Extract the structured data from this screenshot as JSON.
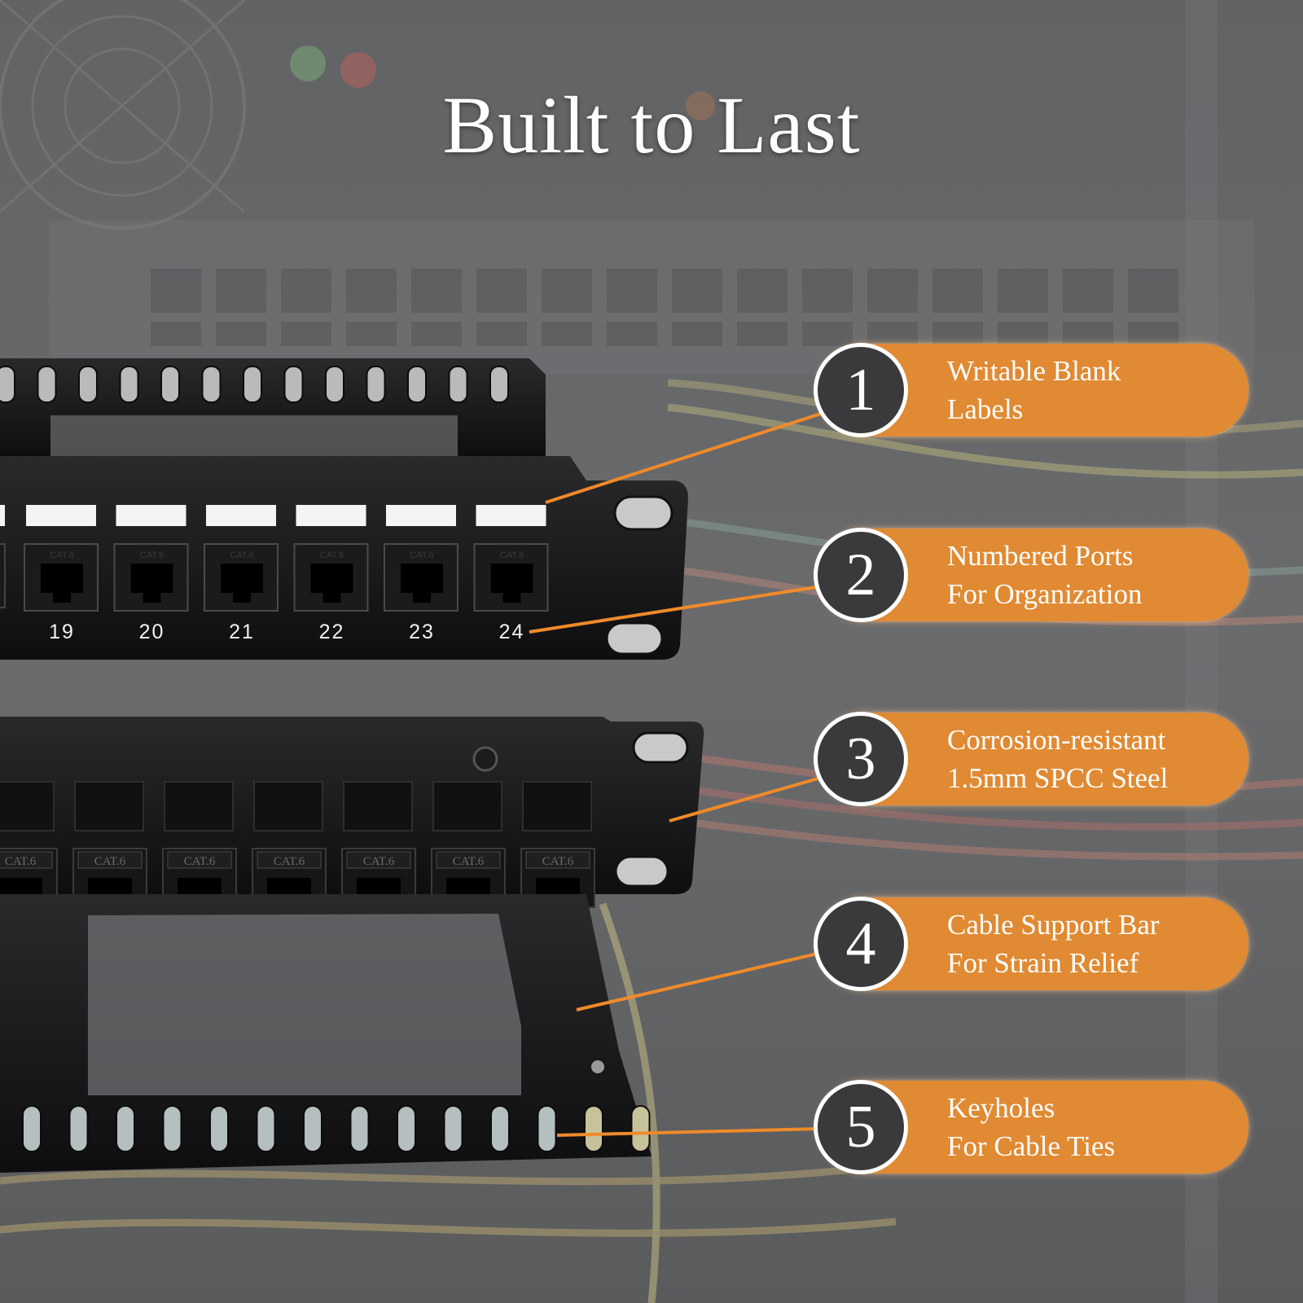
{
  "title": "Built to Last",
  "port_numbers": [
    "19",
    "20",
    "21",
    "22",
    "23",
    "24"
  ],
  "jack_label": "CAT.6",
  "callouts": [
    {
      "number": "1",
      "line1": "Writable Blank",
      "line2": "Labels"
    },
    {
      "number": "2",
      "line1": "Numbered Ports",
      "line2": "For Organization"
    },
    {
      "number": "3",
      "line1": "Corrosion-resistant",
      "line2": "1.5mm SPCC Steel"
    },
    {
      "number": "4",
      "line1": "Cable Support Bar",
      "line2": "For Strain Relief"
    },
    {
      "number": "5",
      "line1": "Keyholes",
      "line2": "For Cable Ties"
    }
  ],
  "colors": {
    "accent": "#e08a33",
    "badge": "#3a3a3c",
    "background": "#5f6062"
  }
}
